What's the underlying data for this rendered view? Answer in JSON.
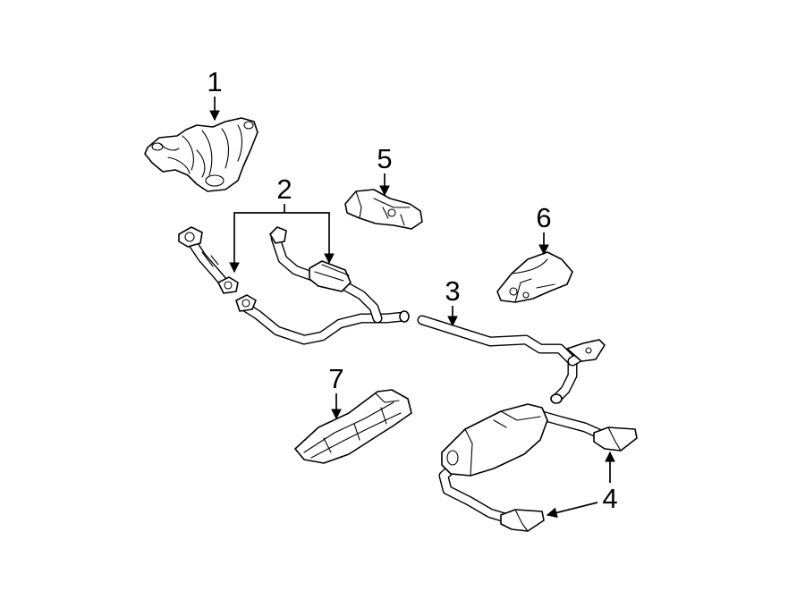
{
  "callouts": [
    {
      "id": "1",
      "label": "1"
    },
    {
      "id": "2",
      "label": "2"
    },
    {
      "id": "3",
      "label": "3"
    },
    {
      "id": "4",
      "label": "4"
    },
    {
      "id": "5",
      "label": "5"
    },
    {
      "id": "6",
      "label": "6"
    },
    {
      "id": "7",
      "label": "7"
    }
  ],
  "parts": {
    "1": "exhaust-manifold",
    "2": "catalytic-converter-and-front-pipes",
    "3": "intermediate-pipe",
    "4": "muffler-and-tail-pipes",
    "5": "heat-shield",
    "6": "heat-shield",
    "7": "underbody-heat-shield"
  },
  "colors": {
    "line": "#000000",
    "background": "#ffffff",
    "fill": "#ffffff"
  }
}
